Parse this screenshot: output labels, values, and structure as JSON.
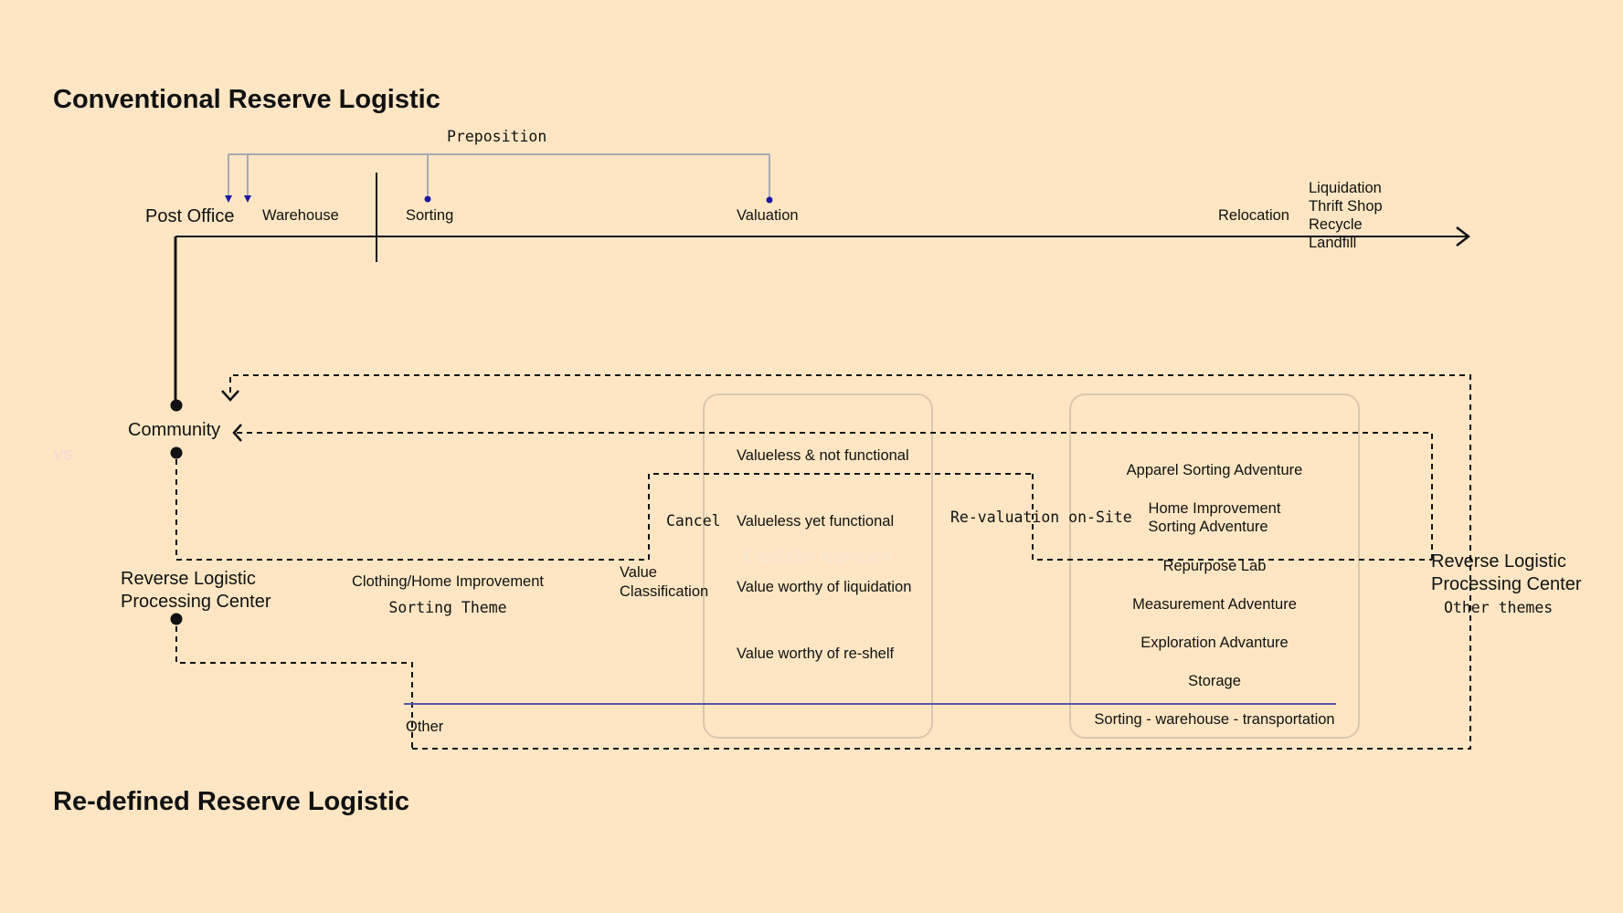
{
  "titles": {
    "conventional": "Conventional Reserve Logistic",
    "redefined": "Re-defined Reserve Logistic"
  },
  "conventional": {
    "preposition": "Preposition",
    "post_office": "Post Office",
    "warehouse": "Warehouse",
    "sorting": "Sorting",
    "valuation": "Valuation",
    "relocation": "Relocation",
    "outcomes": [
      "Liquidation",
      "Thrift Shop",
      "Recycle",
      "Landfill"
    ]
  },
  "redefined": {
    "community": "Community",
    "vs": "VS",
    "rlpc_left": [
      "Reverse Logistic",
      "Processing Center"
    ],
    "sorting_theme": [
      "Clothing/Home Improvement",
      "Sorting Theme"
    ],
    "value_classification": [
      "Value",
      "Classification"
    ],
    "cancel": "Cancel",
    "capitalist_approach": "Capitalist approach",
    "value_items": [
      "Valueless & not functional",
      "Valueless yet functional",
      "Value worthy of liquidation",
      "Value worthy of re-shelf"
    ],
    "revaluation": "Re-valuation on-Site",
    "adventures": [
      "Apparel Sorting Adventure",
      "Home Improvement",
      "Sorting Adventure",
      "Repurpose Lab",
      "Measurement Adventure",
      "Exploration Advanture",
      "Storage",
      "Sorting - warehouse - transportation"
    ],
    "rlpc_right": [
      "Reverse Logistic",
      "Processing Center",
      "Other themes"
    ],
    "other": "Other"
  },
  "colors": {
    "background": "#fee6c4",
    "line": "#111111",
    "preposition_line": "#a8a8b4",
    "arrow_marker": "#1a1aa0",
    "blue_line": "#5656a6",
    "box_border": "#d9c7ad"
  }
}
